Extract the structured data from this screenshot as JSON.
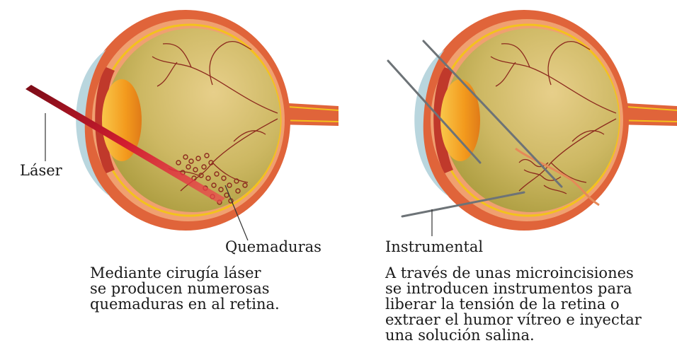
{
  "left_panel": {
    "label_laser": "Láser",
    "label_burns": "Quemaduras",
    "caption_lines": [
      "Mediante cirugía láser",
      "se producen numerosas",
      "quemaduras en al retina."
    ]
  },
  "right_panel": {
    "label_instrument": "Instrumental",
    "caption_lines": [
      "A través de unas microincisiones",
      "se introducen instrumentos para",
      "liberar la tensión de la retina o",
      "extraer el humor vítreo e inyectar",
      "una solución salina."
    ]
  },
  "colors": {
    "sclera": "#e0643a",
    "choroid": "#f0a070",
    "vitreous": "#c9b45a",
    "retina_line": "#f3c21d",
    "cornea": "#b9d6de",
    "lens": "#f4a21e",
    "vessel": "#8c2a1e",
    "laser": "#c0182a",
    "instrument": "#6d7377"
  }
}
